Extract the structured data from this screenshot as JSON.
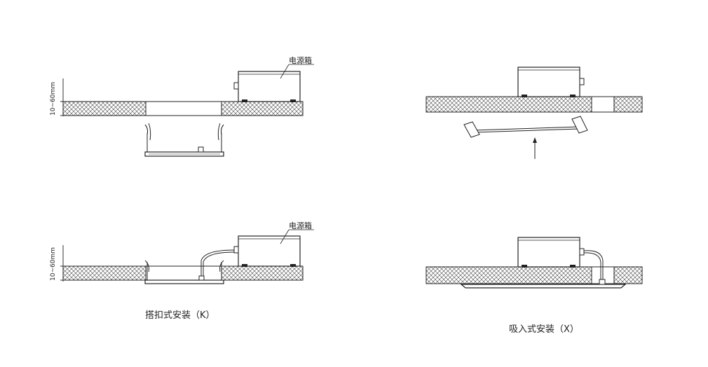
{
  "diagram": {
    "power_box_label": "电源箱",
    "dimension_label": "10~60mm",
    "caption_k": "搭扣式安装（K）",
    "caption_x": "吸入式安装（X）"
  }
}
